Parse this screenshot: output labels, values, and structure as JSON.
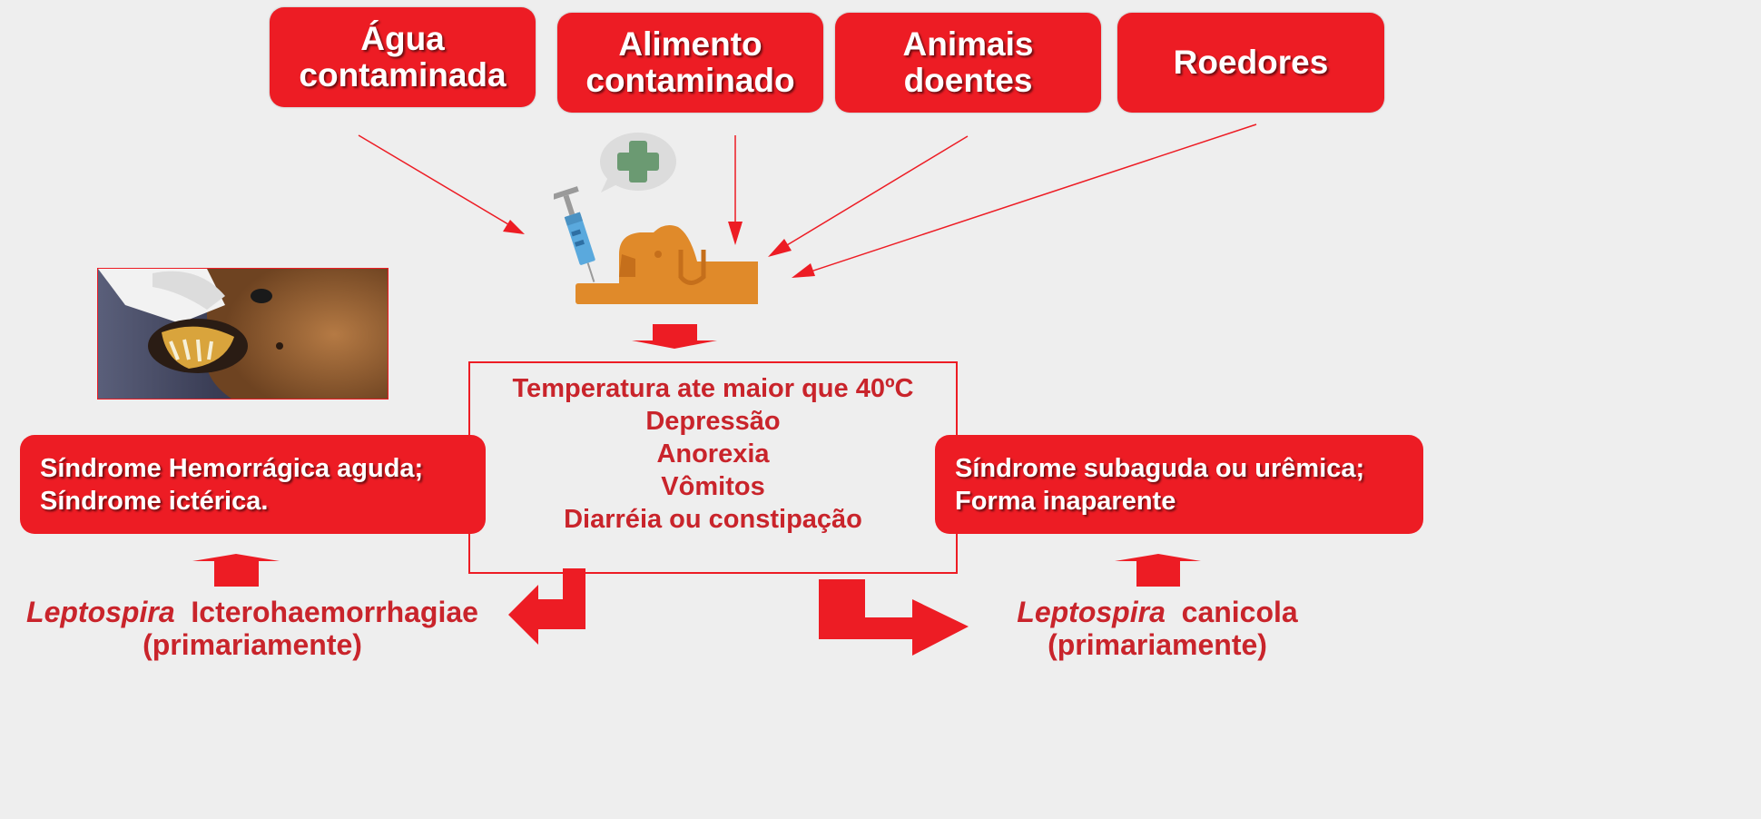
{
  "sources": [
    {
      "label": "Água\ncontaminada"
    },
    {
      "label": "Alimento\ncontaminado"
    },
    {
      "label": "Animais\ndoentes"
    },
    {
      "label": "Roedores"
    }
  ],
  "center_icon": "dog-vaccination-icon",
  "photo": "dog-mouth-examination-photo",
  "symptoms": [
    "Temperatura ate maior que 40ºC",
    "Depressão",
    "Anorexia",
    "Vômitos",
    "Diarréia ou constipação"
  ],
  "syndromes": {
    "left": "Síndrome Hemorrágica aguda;\nSíndrome ictérica.",
    "right": "Síndrome subaguda ou urêmica;\nForma inaparente"
  },
  "serovars": {
    "left": {
      "genus": "Leptospira",
      "name": "Icterohaemorrhagiae",
      "note": "(primariamente)"
    },
    "right": {
      "genus": "Leptospira",
      "name": "canicola",
      "note": "(primariamente)"
    }
  },
  "colors": {
    "accent": "#ed1c24",
    "text_red": "#c9242b",
    "background": "#eeeeee",
    "dog": "#e08a2a",
    "syringe": "#5aa9dd",
    "cross": "#6b9a72"
  }
}
